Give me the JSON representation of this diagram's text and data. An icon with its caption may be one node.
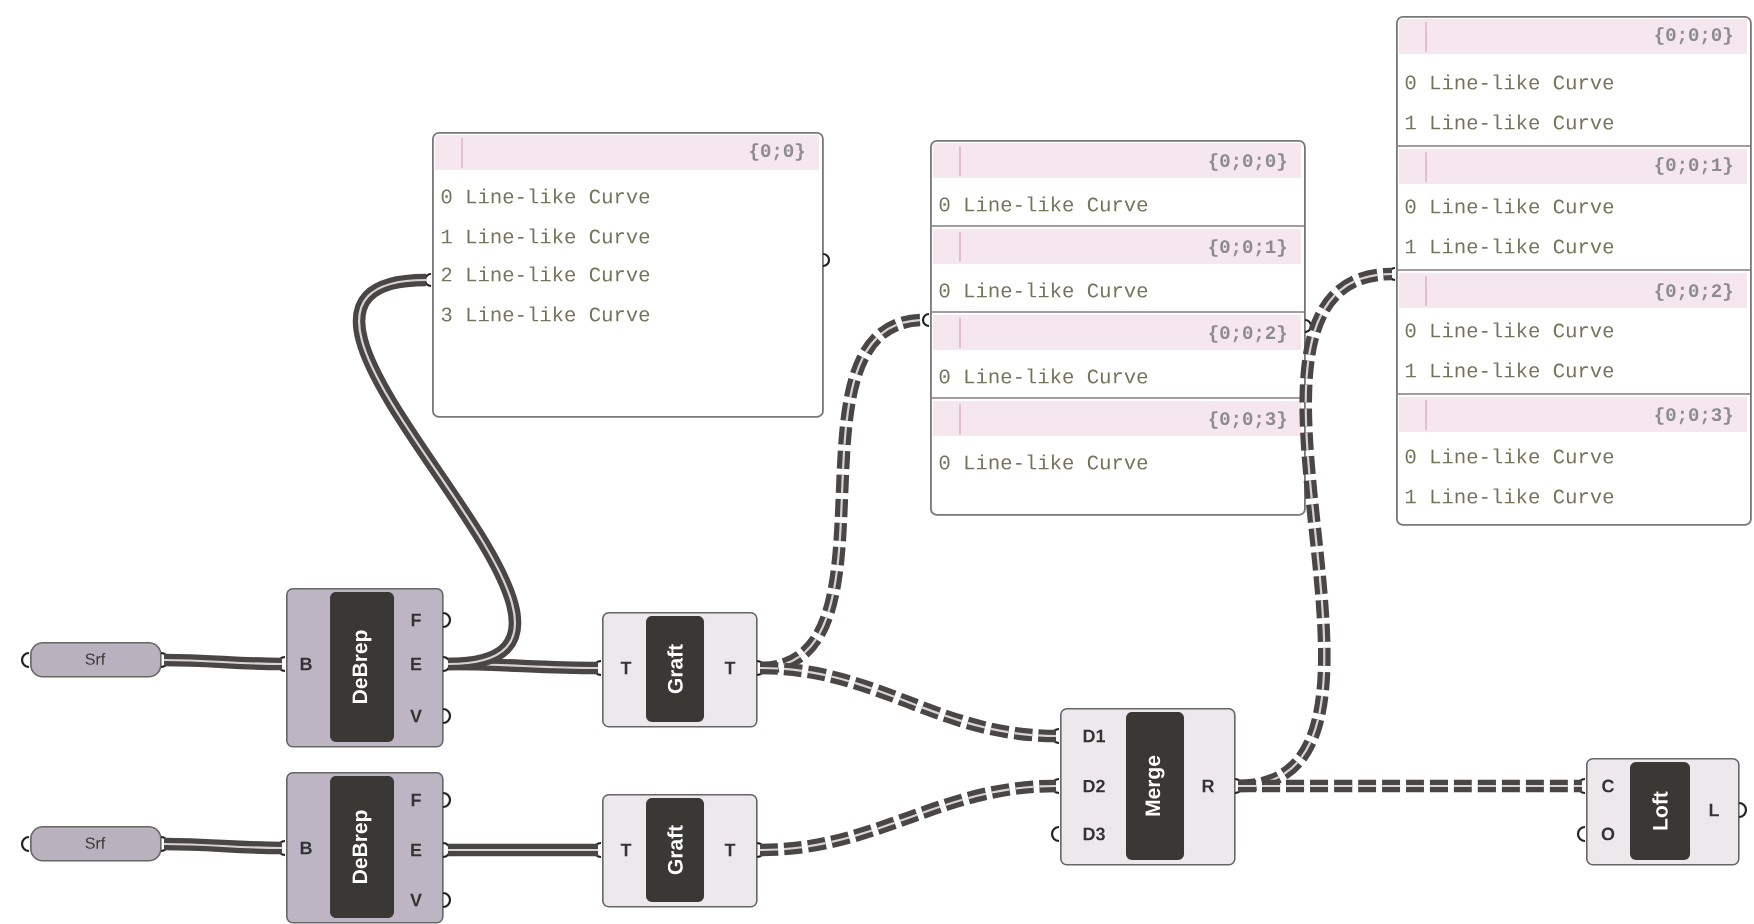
{
  "diagram": {
    "nodes": [
      {
        "text": [
          "{0;0}",
          "0 Line-like Curve",
          "1 Line-like Curve",
          "2 Line-like Curve",
          "3 Line-like Curve"
        ]
      },
      {
        "text": [
          "{0;0;0}",
          "0 Line-like Curve",
          "{0;0;1}",
          "0 Line-like Curve",
          "{0;0;2}",
          "0 Line-like Curve",
          "{0;0;3}",
          "0 Line-like Curve"
        ]
      },
      {
        "text": [
          "{0;0;0}",
          "0 Line-like Curve",
          "1 Line-like Curve",
          "{0;0;1}",
          "0 Line-like Curve",
          "1 Line-like Curve",
          "{0;0;2}",
          "0 Line-like Curve",
          "1 Line-like Curve",
          "{0;0;3}",
          "0 Line-like Curve",
          "1 Line-like Curve"
        ]
      },
      {
        "text": [
          "Srf"
        ]
      },
      {
        "text": [
          "DeBrep",
          "B",
          "F",
          "E",
          "V"
        ]
      },
      {
        "text": [
          "Graft",
          "T",
          "T"
        ]
      },
      {
        "text": [
          "Merge",
          "D1",
          "D2",
          "D3",
          "R"
        ]
      },
      {
        "text": [
          "Loft",
          "C",
          "O",
          "L"
        ]
      },
      {
        "text": [
          "Srf"
        ]
      },
      {
        "text": [
          "DeBrep",
          "B",
          "F",
          "E",
          "V"
        ]
      },
      {
        "text": [
          "Graft",
          "T",
          "T"
        ]
      }
    ],
    "edges": [
      {
        "from": 3,
        "to": 4,
        "arrow": "none"
      },
      {
        "from": 4,
        "to": 5,
        "arrow": "none"
      },
      {
        "from": 4,
        "to": 0,
        "arrow": "none"
      },
      {
        "from": 5,
        "to": 1,
        "arrow": "none",
        "style": "dashed"
      },
      {
        "from": 5,
        "to": 6,
        "arrow": "none",
        "style": "dashed"
      },
      {
        "from": 6,
        "to": 2,
        "arrow": "none",
        "style": "dashed"
      },
      {
        "from": 6,
        "to": 7,
        "arrow": "none",
        "style": "dashed"
      },
      {
        "from": 8,
        "to": 9,
        "arrow": "none"
      },
      {
        "from": 9,
        "to": 10,
        "arrow": "none"
      },
      {
        "from": 10,
        "to": 6,
        "arrow": "none",
        "style": "dashed"
      }
    ]
  }
}
